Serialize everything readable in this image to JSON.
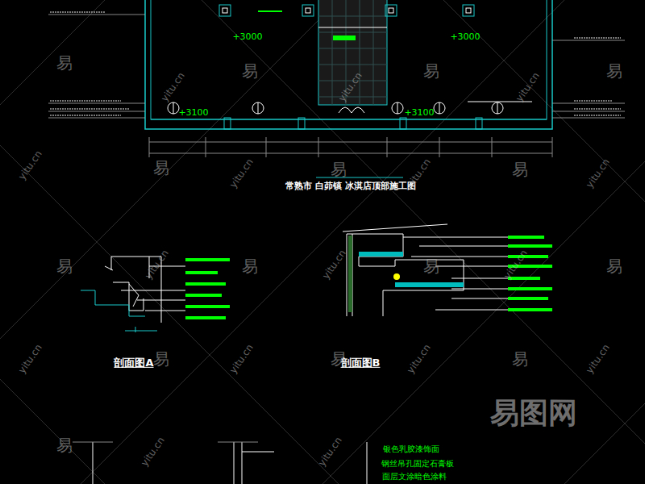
{
  "diagram": {
    "title": "常熟市 白茆镇 冰淇店顶部施工图",
    "labels": [
      "+3000",
      "+3000",
      "+3100",
      "+3100",
      "剖面图A",
      "剖面图B",
      "银色乳胶漆饰面",
      "钢丝吊孔固定石膏板",
      "面层文涂暗色涂料",
      "易图网",
      "易",
      "易",
      "易",
      "易",
      "易",
      "易",
      "易",
      "易",
      "易",
      "易",
      "易",
      "易",
      "易",
      "易",
      "易",
      "yitu.cn",
      "yitu.cn",
      "yitu.cn",
      "yitu.cn",
      "yitu.cn",
      "yitu.cn",
      "yitu.cn",
      "yitu.cn",
      "yitu.cn",
      "yitu.cn",
      "yitu.cn",
      "yitu.cn",
      "yitu.cn",
      "yitu.cn",
      "yitu.cn",
      "yitu.cn"
    ]
  }
}
